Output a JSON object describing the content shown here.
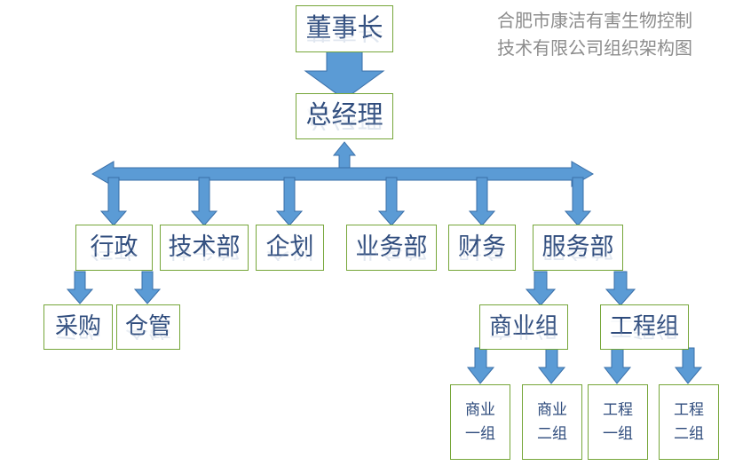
{
  "title": {
    "line1": "合肥市康洁有害生物控制",
    "line2": "技术有限公司组织架构图"
  },
  "colors": {
    "box_border": "#76a639",
    "box_fill": "#ffffff",
    "text": "#2e4b7c",
    "arrow_fill": "#5b9bd5",
    "arrow_stroke": "#3a6fa8",
    "title_text": "#8c8c8c"
  },
  "nodes": {
    "chairman": {
      "label": "董事长"
    },
    "general_manager": {
      "label": "总经理"
    },
    "departments": [
      {
        "label": "行政"
      },
      {
        "label": "技术部"
      },
      {
        "label": "企划"
      },
      {
        "label": "业务部"
      },
      {
        "label": "财务"
      },
      {
        "label": "服务部"
      }
    ],
    "admin_children": [
      {
        "label": "采购"
      },
      {
        "label": "仓管"
      }
    ],
    "service_children": [
      {
        "label": "商业组"
      },
      {
        "label": "工程组"
      }
    ],
    "group_children": [
      {
        "line1": "商业",
        "line2": "一组"
      },
      {
        "line1": "商业",
        "line2": "二组"
      },
      {
        "line1": "工程",
        "line2": "一组"
      },
      {
        "line1": "工程",
        "line2": "二组"
      }
    ]
  }
}
